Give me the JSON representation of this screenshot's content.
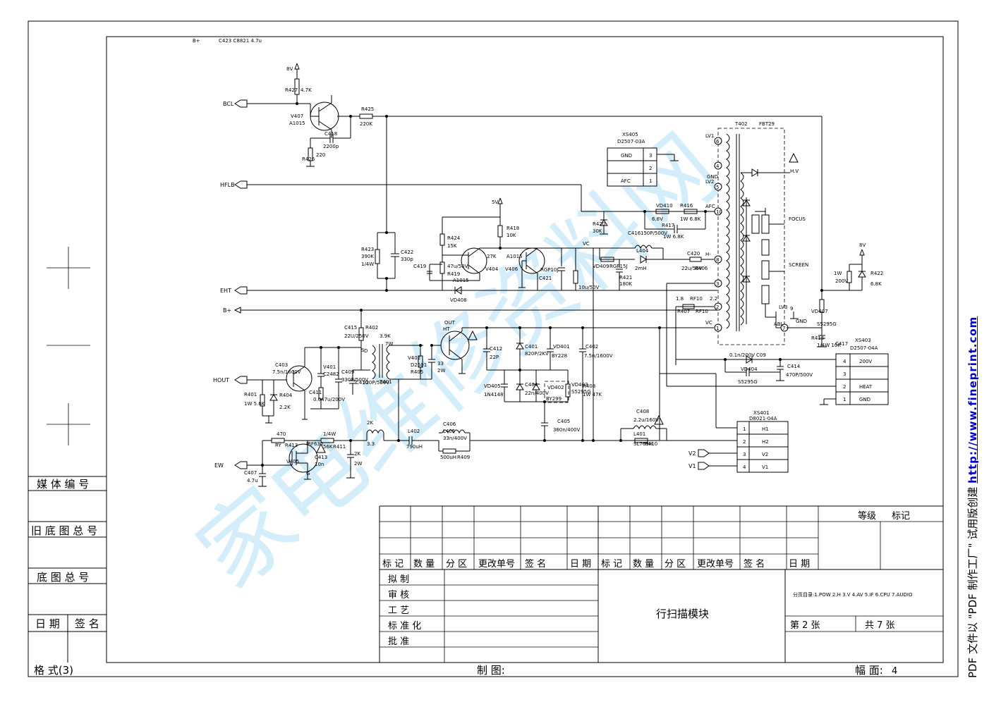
{
  "watermark": "家电维修资料网",
  "side": {
    "prefix": "PDF 文件以 \"PDF 制作工厂\" 试用版创建 ",
    "url": "http://www.fineprint.com"
  },
  "left_block": {
    "media_no": "媒 体 编 号",
    "old_base_no": "旧 底 图 总 号",
    "base_no": "底 图 总 号",
    "date": "日 期",
    "sign": "签 名",
    "format": "格 式(3)"
  },
  "bottom": {
    "drawn": "制 图:",
    "frame_label": "幅 面:",
    "frame_value": "4"
  },
  "title_block": {
    "grade": "等级",
    "mark": "标记",
    "header_cells": [
      "标 记",
      "数 量",
      "分 区",
      "更改单号",
      "签  名",
      "日 期",
      "标 记",
      "数 量",
      "分 区",
      "更改单号",
      "签  名",
      "日 期"
    ],
    "roles": [
      "拟      制",
      "审      核",
      "工      艺",
      "标  准  化",
      "批      准"
    ],
    "title": "行扫描模块",
    "page_index": "分页目录:1.POW  2.H  3.V  4.AV  5.IF  6.CPU  7.AUDIO",
    "sheet": "第  2  张",
    "total": "共  7  张"
  },
  "connectors": {
    "xs405": {
      "name": "XS405",
      "part": "D2507-03A",
      "pins": [
        {
          "label": "GND",
          "num": "3"
        },
        {
          "label": "",
          "num": "2"
        },
        {
          "label": "AFC",
          "num": "1"
        }
      ]
    },
    "xs403": {
      "name": "XS403",
      "part": "D2507-04A",
      "pins": [
        {
          "num": "4",
          "label": "200V"
        },
        {
          "num": "3",
          "label": ""
        },
        {
          "num": "2",
          "label": "HEAT"
        },
        {
          "num": "1",
          "label": "GND"
        }
      ]
    },
    "xs401": {
      "name": "XS401",
      "part": "D8021-04A",
      "pins": [
        {
          "num": "1",
          "label": "H1"
        },
        {
          "num": "2",
          "label": "H2"
        },
        {
          "num": "3",
          "label": "V2"
        },
        {
          "num": "4",
          "label": "V1"
        }
      ]
    }
  },
  "nets": {
    "bcl": "BCL",
    "hflb": "HFLB",
    "eht": "EHT",
    "bplus": "B+",
    "hout": "HOUT",
    "ew": "EW",
    "v2": "V2",
    "v1": "V1",
    "v8": "8V",
    "v5": "5V",
    "v8b": "8V"
  },
  "transformer": {
    "name": "T402",
    "type": "FBT29",
    "hv": "H.V",
    "focus": "FOCUS",
    "screen": "SCREEN",
    "abl": "ABL",
    "gnd": "GND",
    "pins": [
      "LV1",
      "LV2",
      "AFC",
      "H-",
      "VC",
      "LV3",
      "GND"
    ]
  },
  "parts": [
    "R427",
    "4.7K",
    "V407",
    "A1015",
    "R425",
    "220K",
    "C418",
    "2200p",
    "R426",
    "220",
    "R423",
    "390K",
    "1/4W",
    "C422",
    "330p",
    "R424",
    "15K",
    "R418",
    "10K",
    "C419",
    "47u/50V",
    "R419",
    "27K",
    "V404",
    "A1015",
    "V406",
    "A1015",
    "VD408",
    "RGP10J",
    "C421",
    "10u/50V",
    "R420",
    "30K",
    "VD410",
    "6.8V",
    "R416",
    "1W 6.8K",
    "R417",
    "1W 6.8K",
    "C416",
    "150P/500V",
    "L404",
    "2mH",
    "VD409",
    "RGP15J",
    "R421",
    "180K",
    "C420",
    "22u/50V",
    "R406",
    "1.8",
    "RF10",
    "R407",
    "RF10",
    "2.2",
    "1W",
    "200V",
    "R422",
    "6.8K",
    "VD407",
    "S5295G",
    "R415",
    "1/4W 10K",
    "C417",
    "0.1n/200V",
    "C09",
    "VD404",
    "S5295G",
    "C414",
    "470P/500V",
    "C415",
    "22U/250V",
    "R402",
    "3.9K",
    "7W",
    "T401",
    "OUT",
    "HT",
    "V402",
    "D2501",
    "R405",
    "33",
    "2W",
    "C412",
    "22P",
    "C401",
    "820P/2KV",
    "VD401",
    "BY228",
    "C402",
    "7.5n/1600V",
    "C403",
    "7.5n/1600V",
    "V401",
    "C2482",
    "C409",
    "330P/500V",
    "C410",
    "220P/500V",
    "C411",
    "0.047u/200V",
    "R401",
    "1W 5.6K",
    "R404",
    "2.2K",
    "VD405",
    "1N4148",
    "C404",
    "22n/400V",
    "VD402",
    "BY299",
    "VD403",
    "S5295G",
    "R408",
    "1W 47K",
    "C405",
    "360n/400V",
    "C408",
    "2.2u/160V",
    "L401",
    "SL769H",
    "R410",
    "470",
    "RY",
    "R413",
    "1/4W",
    "56K",
    "R411",
    "2K",
    "3.3",
    "L402",
    "790uH",
    "C406",
    "33n/400V",
    "L405",
    "500uH",
    "R409",
    "2K",
    "2W",
    "C407",
    "4.7u",
    "C413",
    "10n",
    "V405",
    "IRF630",
    "G",
    "D",
    "S",
    "VC",
    "B+",
    "C423 C8821 4.7u"
  ]
}
